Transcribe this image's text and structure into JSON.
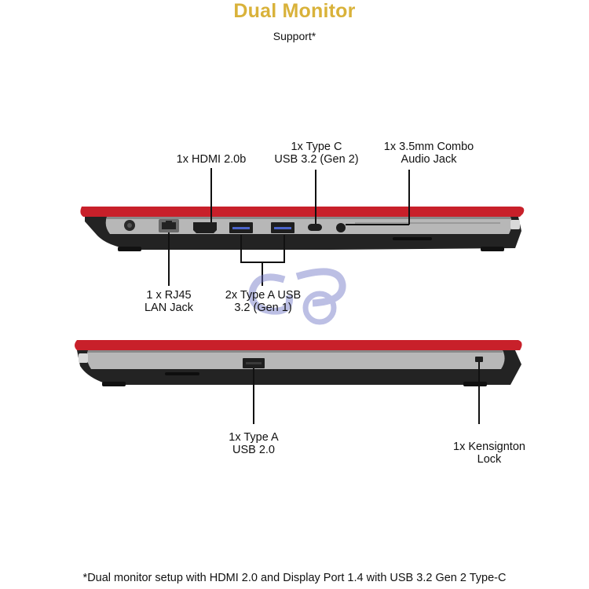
{
  "header": {
    "title": "Dual Monitor",
    "subtitle": "Support*"
  },
  "colors": {
    "title_gold": "#d9b23a",
    "chassis_red": "#c8202a",
    "chassis_dark": "#232323",
    "port_panel": "#b7b7b7",
    "watermark": "#6d72c4"
  },
  "ports_top": [
    {
      "id": "hdmi",
      "lines": [
        "1x HDMI 2.0b"
      ]
    },
    {
      "id": "usb-c",
      "lines": [
        "1x Type C",
        "USB 3.2 (Gen 2)"
      ]
    },
    {
      "id": "audio",
      "lines": [
        "1x 3.5mm Combo",
        "Audio Jack"
      ]
    },
    {
      "id": "rj45",
      "lines": [
        "1 x RJ45",
        "LAN Jack"
      ]
    },
    {
      "id": "usb-a-gen1",
      "lines": [
        "2x Type A USB",
        "3.2 (Gen 1)"
      ]
    }
  ],
  "ports_bottom": [
    {
      "id": "usb-a-20",
      "lines": [
        "1x Type A",
        "USB 2.0"
      ]
    },
    {
      "id": "kensington",
      "lines": [
        "1x Kensignton",
        "Lock"
      ]
    }
  ],
  "icons": {
    "watermark": "store-logo-watermark-icon"
  },
  "footnote": "*Dual monitor setup with HDMI 2.0 and Display Port 1.4 with USB 3.2 Gen 2 Type-C"
}
